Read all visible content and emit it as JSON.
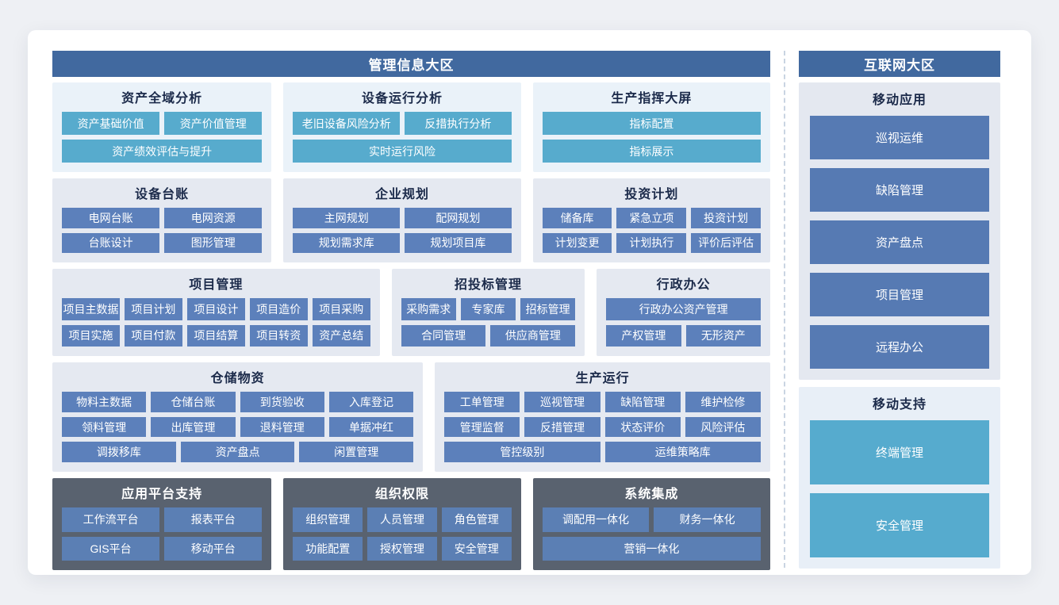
{
  "zones": {
    "management": {
      "title": "管理信息大区"
    },
    "internet": {
      "title": "互联网大区"
    }
  },
  "colors": {
    "zone_header_bg": "#41699f",
    "teal_button": "#57abcd",
    "blue_button": "#5c80bb",
    "tall_blue_button": "#567ab3",
    "tall_teal_button": "#56abce",
    "dark_panel_bg": "#59626f",
    "light_panel_bg": "#e5e9f1",
    "teal_panel_bg": "#eaf2f9",
    "page_bg": "#eef0f4",
    "title_text": "#1b2a4a"
  },
  "left": {
    "rows": [
      {
        "panels": [
          {
            "title": "资产全域分析",
            "theme": "teal",
            "button_rows": [
              [
                "资产基础价值",
                "资产价值管理"
              ],
              [
                "资产绩效评估与提升"
              ]
            ]
          },
          {
            "title": "设备运行分析",
            "theme": "teal",
            "button_rows": [
              [
                "老旧设备风险分析",
                "反措执行分析"
              ],
              [
                "实时运行风险"
              ]
            ]
          },
          {
            "title": "生产指挥大屏",
            "theme": "teal",
            "button_rows": [
              [
                "指标配置"
              ],
              [
                "指标展示"
              ]
            ]
          }
        ]
      },
      {
        "panels": [
          {
            "title": "设备台账",
            "theme": "blue",
            "button_rows": [
              [
                "电网台账",
                "电网资源"
              ],
              [
                "台账设计",
                "图形管理"
              ]
            ]
          },
          {
            "title": "企业规划",
            "theme": "blue",
            "button_rows": [
              [
                "主网规划",
                "配网规划"
              ],
              [
                "规划需求库",
                "规划项目库"
              ]
            ]
          },
          {
            "title": "投资计划",
            "theme": "blue",
            "button_rows": [
              [
                "储备库",
                "紧急立项",
                "投资计划"
              ],
              [
                "计划变更",
                "计划执行",
                "评价后评估"
              ]
            ]
          }
        ]
      },
      {
        "panels": [
          {
            "title": "项目管理",
            "theme": "blue",
            "button_rows": [
              [
                "项目主数据",
                "项目计划",
                "项目设计",
                "项目造价",
                "项目采购"
              ],
              [
                "项目实施",
                "项目付款",
                "项目结算",
                "项目转资",
                "资产总结"
              ]
            ]
          },
          {
            "title": "招投标管理",
            "theme": "blue",
            "button_rows": [
              [
                "采购需求",
                "专家库",
                "招标管理"
              ],
              [
                "合同管理",
                "供应商管理"
              ]
            ]
          },
          {
            "title": "行政办公",
            "theme": "blue",
            "button_rows": [
              [
                "行政办公资产管理"
              ],
              [
                "产权管理",
                "无形资产"
              ]
            ]
          }
        ]
      },
      {
        "panels": [
          {
            "title": "仓储物资",
            "theme": "blue",
            "button_rows": [
              [
                "物料主数据",
                "仓储台账",
                "到货验收",
                "入库登记"
              ],
              [
                "领料管理",
                "出库管理",
                "退料管理",
                "单据冲红"
              ],
              [
                "调拨移库",
                "资产盘点",
                "闲置管理"
              ]
            ]
          },
          {
            "title": "生产运行",
            "theme": "blue",
            "button_rows": [
              [
                "工单管理",
                "巡视管理",
                "缺陷管理",
                "维护检修"
              ],
              [
                "管理监督",
                "反措管理",
                "状态评价",
                "风险评估"
              ],
              [
                "管控级别",
                "运维策略库"
              ]
            ]
          }
        ]
      },
      {
        "panels": [
          {
            "title": "应用平台支持",
            "theme": "dark",
            "button_rows": [
              [
                "工作流平台",
                "报表平台"
              ],
              [
                "GIS平台",
                "移动平台"
              ]
            ]
          },
          {
            "title": "组织权限",
            "theme": "dark",
            "button_rows": [
              [
                "组织管理",
                "人员管理",
                "角色管理"
              ],
              [
                "功能配置",
                "授权管理",
                "安全管理"
              ]
            ]
          },
          {
            "title": "系统集成",
            "theme": "dark",
            "button_rows": [
              [
                "调配用一体化",
                "财务一体化"
              ],
              [
                "营销一体化"
              ]
            ]
          }
        ]
      }
    ]
  },
  "right": {
    "panels": [
      {
        "title": "移动应用",
        "theme": "tall-blue",
        "buttons": [
          "巡视运维",
          "缺陷管理",
          "资产盘点",
          "项目管理",
          "远程办公"
        ]
      },
      {
        "title": "移动支持",
        "theme": "tall-teal",
        "buttons": [
          "终端管理",
          "安全管理"
        ]
      }
    ]
  }
}
